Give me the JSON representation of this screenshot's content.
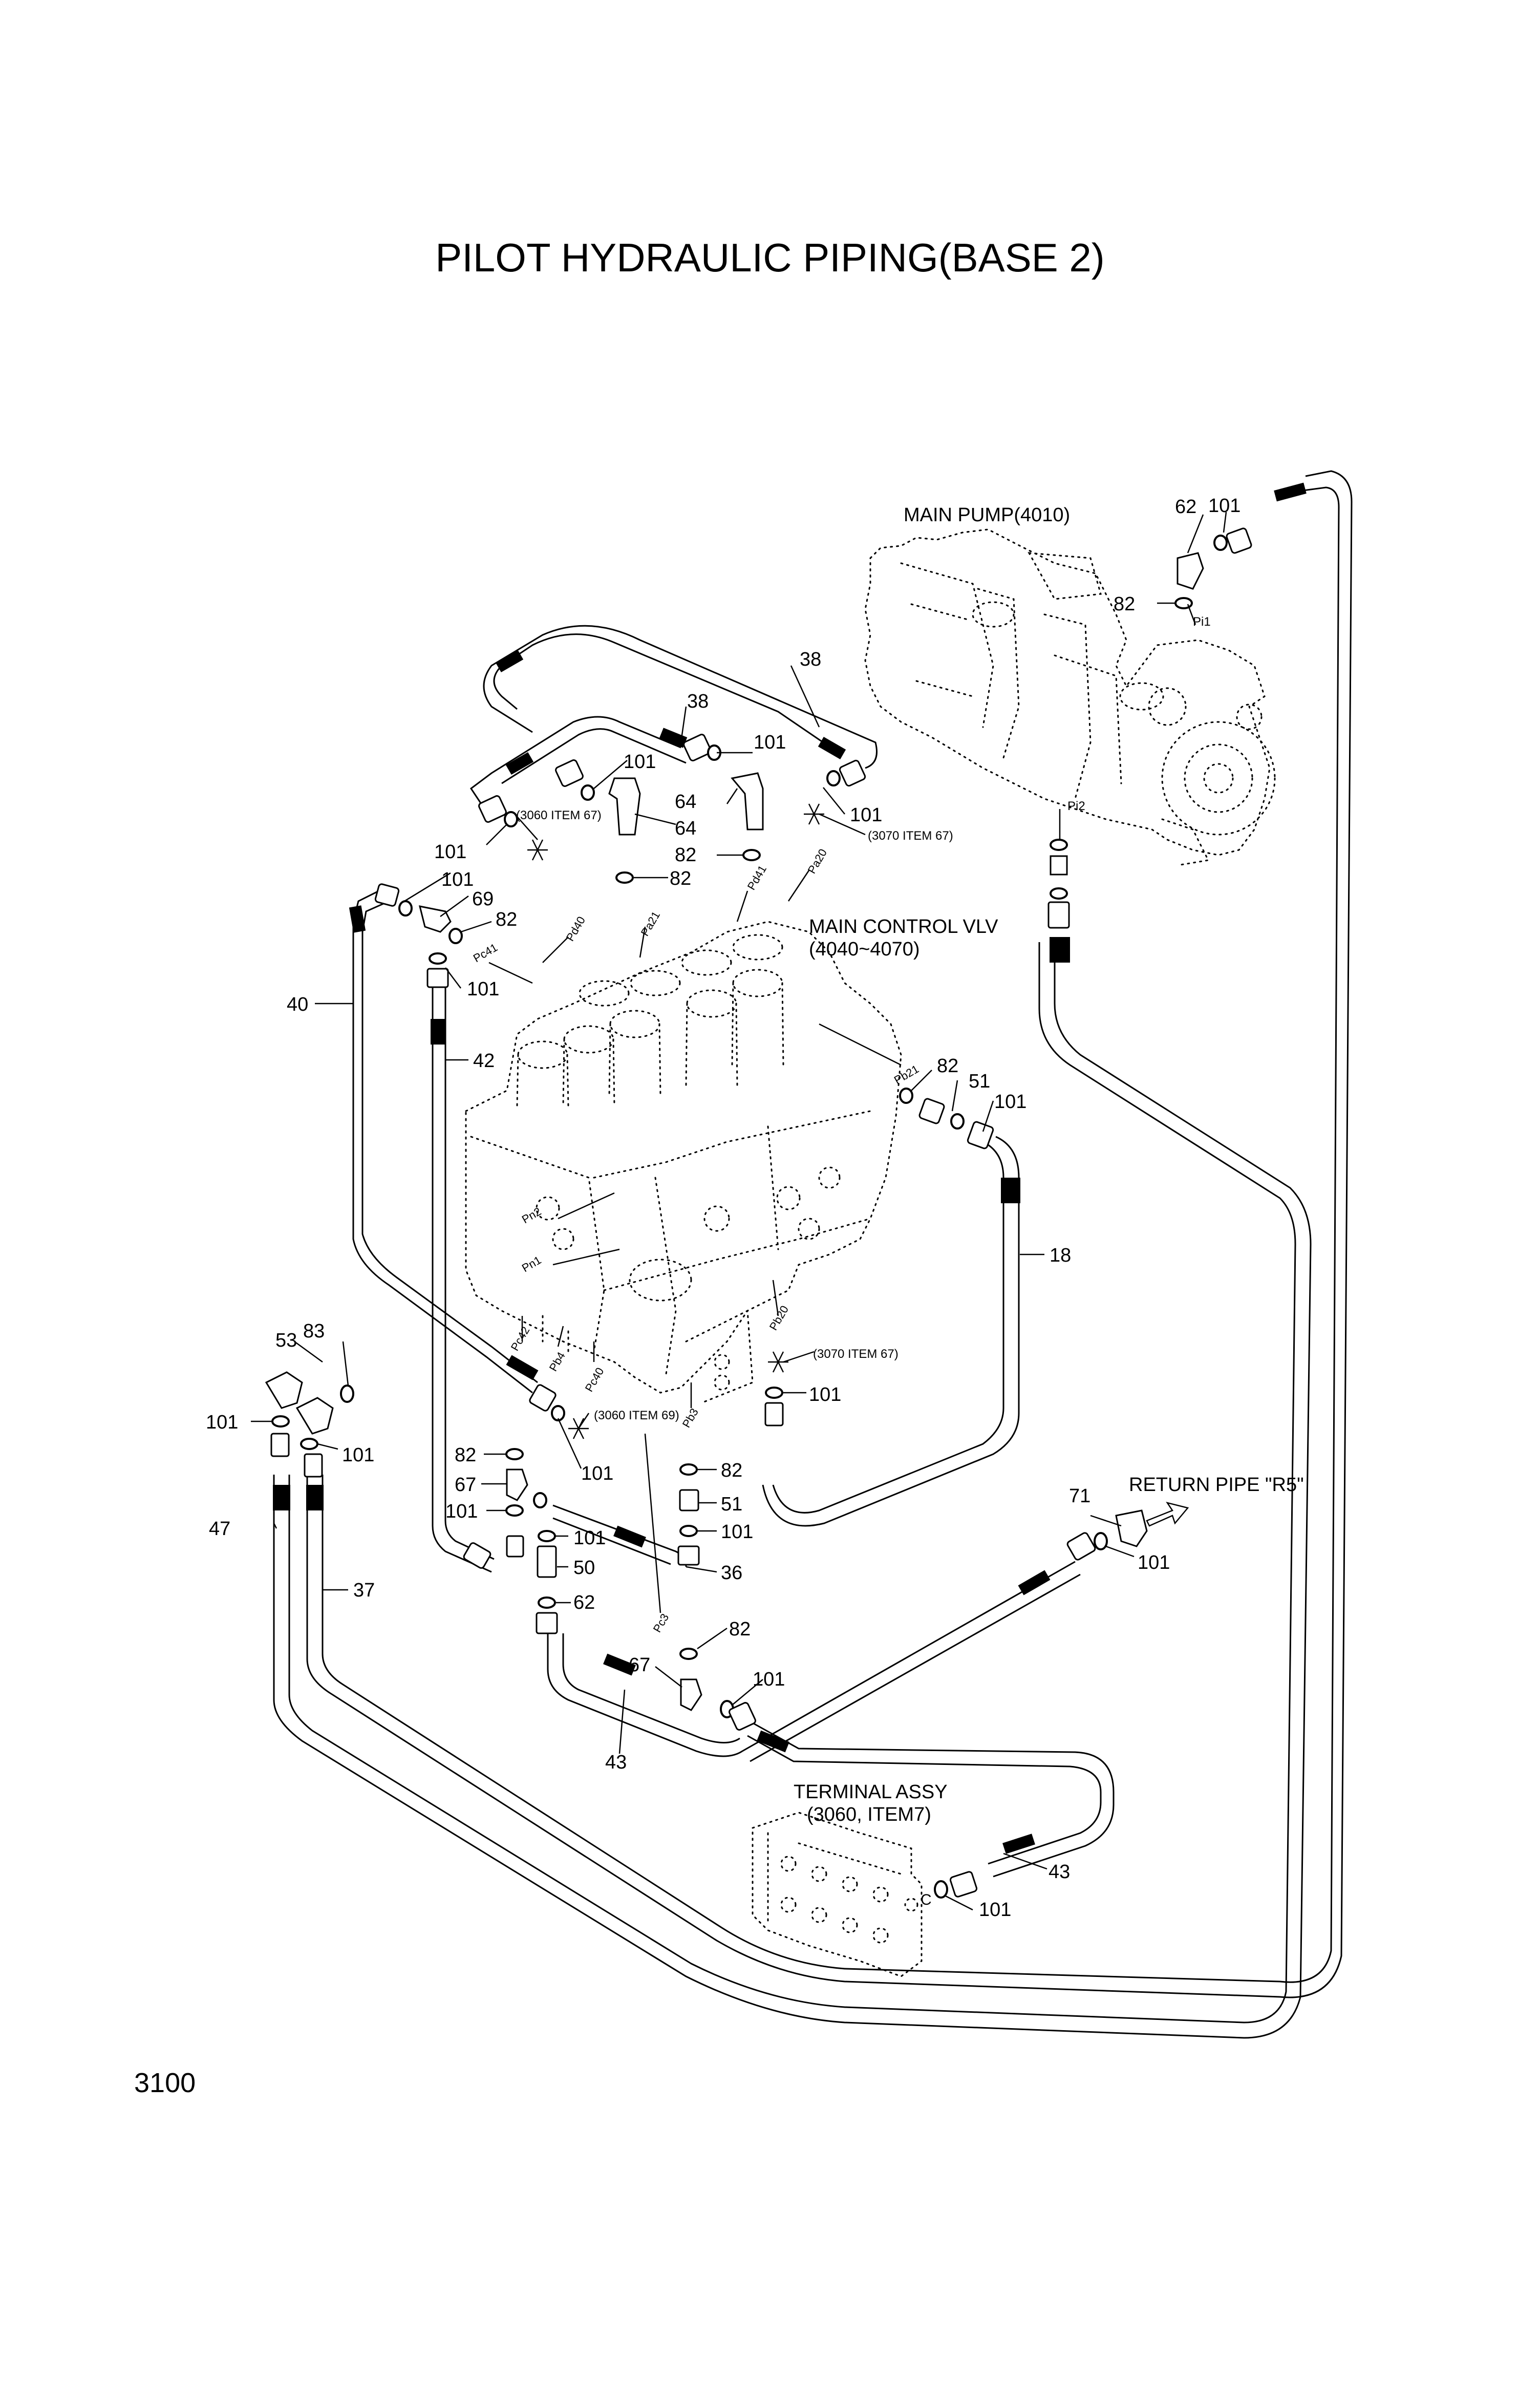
{
  "title": "PILOT HYDRAULIC PIPING(BASE 2)",
  "page_number": "3100",
  "components": {
    "main_pump": {
      "name": "MAIN PUMP(4010)",
      "ports": [
        "Pi1",
        "Pi2"
      ]
    },
    "main_control_valve": {
      "name_line1": "MAIN CONTROL VLV",
      "name_line2": "(4040~4070)",
      "ports": [
        "Pd40",
        "Pa21",
        "Pd41",
        "Pa20",
        "Pc41",
        "Pb21",
        "Pn2",
        "Pn1",
        "Pc42",
        "Pb4",
        "Pc40",
        "Pb20",
        "Pb3",
        "Pc3"
      ]
    },
    "terminal_assy": {
      "name_line1": "TERMINAL ASSY",
      "name_line2": "(3060, ITEM7)",
      "port": "C"
    },
    "return_pipe": {
      "label": "RETURN PIPE \"R5\""
    }
  },
  "references": [
    "(3060 ITEM 67)",
    "(3070 ITEM 67)",
    "(3070 ITEM 67)",
    "(3060 ITEM 69)"
  ],
  "part_callouts": [
    "101",
    "62",
    "82",
    "38",
    "38",
    "101",
    "101",
    "64",
    "64",
    "101",
    "82",
    "101",
    "82",
    "101",
    "69",
    "82",
    "101",
    "40",
    "42",
    "82",
    "51",
    "101",
    "18",
    "101",
    "53",
    "83",
    "101",
    "101",
    "82",
    "67",
    "101",
    "101",
    "82",
    "51",
    "101",
    "47",
    "37",
    "50",
    "36",
    "101",
    "82",
    "67",
    "101",
    "71",
    "101",
    "43",
    "43",
    "101"
  ]
}
